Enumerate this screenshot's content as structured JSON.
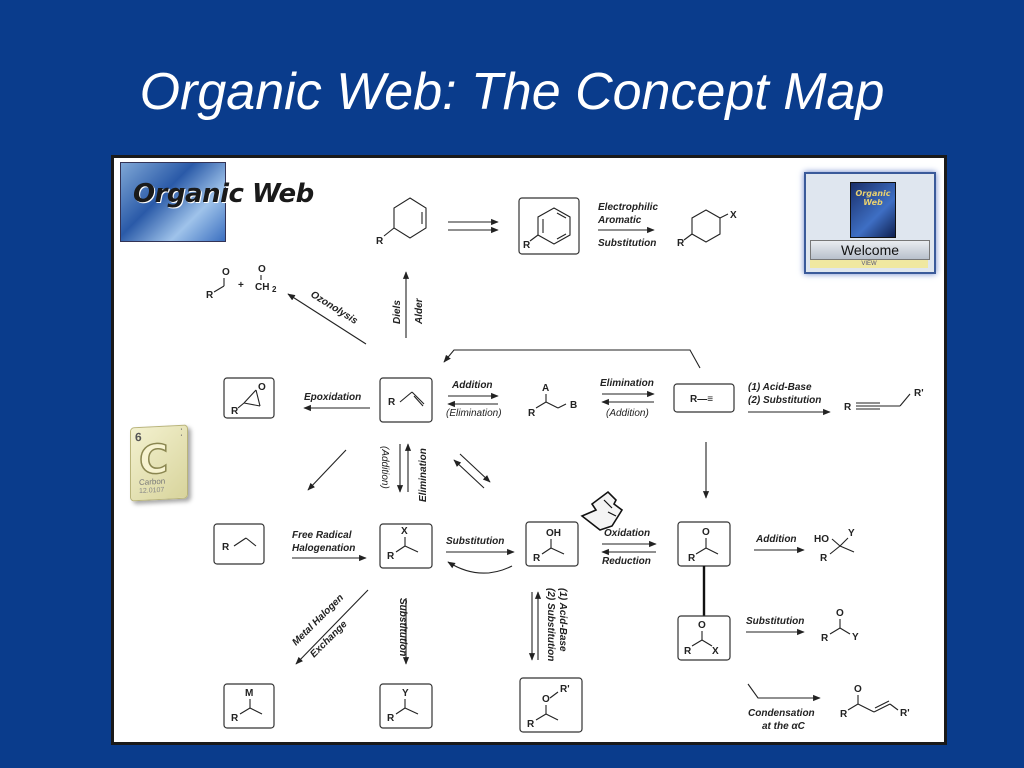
{
  "slide": {
    "title": "Organic Web: The Concept Map"
  },
  "logo": {
    "text": "Organic Web"
  },
  "welcome": {
    "cover_title": "Organic Web",
    "button_label": "Welcome",
    "sub_label": "VIEW"
  },
  "element_tile": {
    "number": "6",
    "symbol": "C",
    "name": "Carbon",
    "mass": "12.0107"
  },
  "labels": {
    "ozonolysis": "Ozonolysis",
    "diels": "Diels",
    "alder": "Alder",
    "electrophilic": "Electrophilic",
    "aromatic": "Aromatic",
    "substitution_eas": "Substitution",
    "epoxidation": "Epoxidation",
    "addition_top": "Addition",
    "elimination_paren": "(Elimination)",
    "elimination_top": "Elimination",
    "addition_paren": "(Addition)",
    "acid_base_1": "(1) Acid-Base",
    "substitution_2": "(2) Substitution",
    "addition_vert": "(Addition)",
    "elimination_vert": "Elimination",
    "free_radical": "Free Radical",
    "halogenation": "Halogenation",
    "substitution_mid": "Substitution",
    "oxidation": "Oxidation",
    "reduction": "Reduction",
    "addition_right": "Addition",
    "metal_halogen": "Metal Halogen",
    "exchange": "Exchange",
    "substitution_vert": "Substitution",
    "acid_base_vert": "(1) Acid-Base",
    "substitution_vert2": "(2) Substitution",
    "substitution_right": "Substitution",
    "condensation": "Condensation",
    "at_alpha_c": "at the αC"
  },
  "chem": {
    "R": "R",
    "X": "X",
    "A": "A",
    "B": "B",
    "M": "M",
    "Y": "Y",
    "O": "O",
    "Rp": "R'",
    "OH": "OH",
    "HO": "HO",
    "plus": "+",
    "CH2": "CH",
    "sub2": "2",
    "r_alkyne": "R—≡"
  },
  "colors": {
    "background": "#0a3c8c",
    "title": "#ffffff",
    "map_bg": "#ffffff"
  }
}
